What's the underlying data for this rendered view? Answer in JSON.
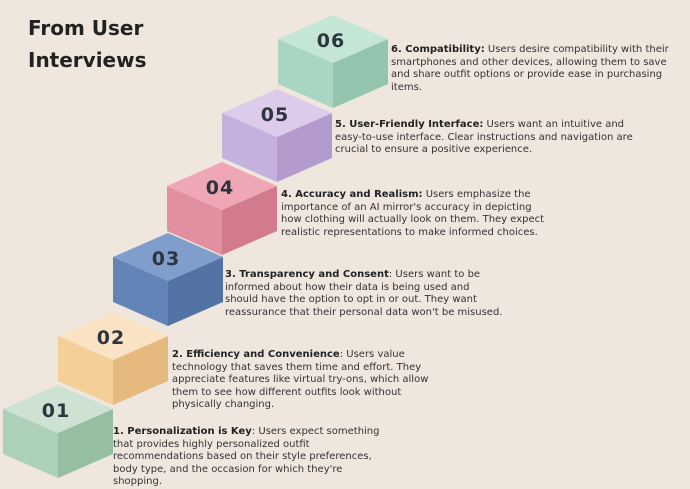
{
  "title": {
    "line1": "From User",
    "line2": "Interviews"
  },
  "steps": [
    {
      "number": "01",
      "heading": "1. Personalization is Key",
      "sep": ": ",
      "text": "Users expect something that provides highly personalized outfit recommendations based on their style preferences, body type, and the occasion for which they're shopping.",
      "colors": {
        "top": "#cde2d3",
        "front": "#acd1b7",
        "side": "#96bfa2"
      }
    },
    {
      "number": "02",
      "heading": "2. Efficiency and Convenience",
      "sep": ": ",
      "text": "Users value technology that saves them time and effort. They appreciate features like virtual try-ons, which allow them to see how different outfits look without physically changing.",
      "colors": {
        "top": "#fae3c4",
        "front": "#f4cf98",
        "side": "#e6ba7e"
      }
    },
    {
      "number": "03",
      "heading": "3. Transparency and Consent",
      "sep": ": ",
      "text": "Users want to be informed about how their data is being used and should have the option to opt in or out. They want reassurance that their personal data won't be misused.",
      "colors": {
        "top": "#7f9ecb",
        "front": "#6384b6",
        "side": "#5373a4"
      }
    },
    {
      "number": "04",
      "heading": "4. Accuracy and Realism:",
      "sep": " ",
      "text": "Users emphasize the importance of an AI mirror's accuracy in depicting how clothing will actually look on them. They expect realistic representations to make informed choices.",
      "colors": {
        "top": "#f0a7b5",
        "front": "#e28f9f",
        "side": "#d27b8c"
      }
    },
    {
      "number": "05",
      "heading": "5. User-Friendly Interface:",
      "sep": " ",
      "text": "Users want an intuitive and easy-to-use interface. Clear instructions and navigation are crucial to ensure a positive experience.",
      "colors": {
        "top": "#dccbea",
        "front": "#c6b0de",
        "side": "#b49bce"
      }
    },
    {
      "number": "06",
      "heading": "6. Compatibility:",
      "sep": " ",
      "text": "Users desire compatibility with their smartphones and other devices, allowing them to save and share outfit options or provide ease in purchasing items.",
      "colors": {
        "top": "#c4e6d7",
        "front": "#a9d6c3",
        "side": "#92c4ae"
      }
    }
  ]
}
